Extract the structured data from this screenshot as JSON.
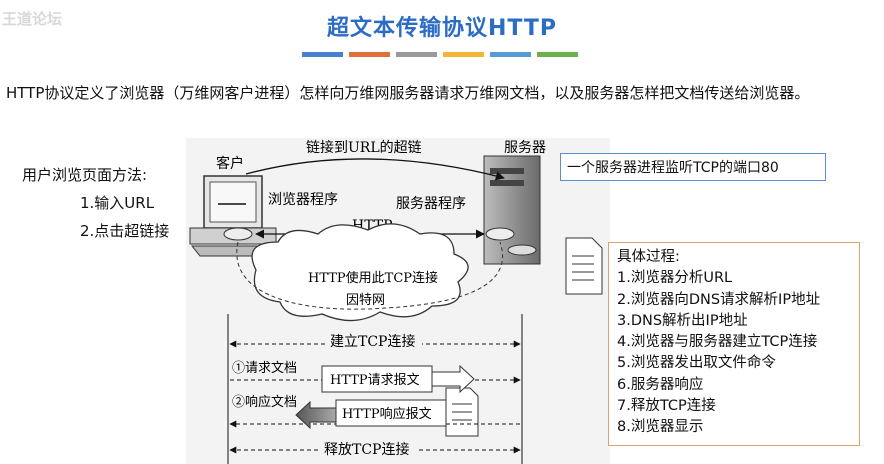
{
  "watermark": "王道论坛",
  "title": "超文本传输协议HTTP",
  "colors": {
    "title": "#2b6cc4",
    "bars": [
      "#4a7fcf",
      "#e0703a",
      "#9a9a9a",
      "#f2b632",
      "#5b9bd5",
      "#6ab04c"
    ]
  },
  "intro": "HTTP协议定义了浏览器（万维网客户进程）怎样向万维网服务器请求万维网文档，以及服务器怎样把文档传送给浏览器。",
  "methods": {
    "title": "用户浏览页面方法:",
    "items": [
      "1.输入URL",
      "2.点击超链接"
    ]
  },
  "diagram": {
    "client_label": "客户",
    "server_label": "服务器",
    "link_label": "链接到URL的超链",
    "browser_label": "浏览器程序",
    "server_program_label": "服务器程序",
    "http_label": "HTTP",
    "tcp_label": "HTTP使用此TCP连接",
    "internet_label": "因特网",
    "establish_label": "建立TCP连接",
    "request_label": "①请求文档",
    "request_msg": "HTTP请求报文",
    "response_label": "②响应文档",
    "response_msg": "HTTP响应报文",
    "release_label": "释放TCP连接"
  },
  "port_note": "一个服务器进程监听TCP的端口80",
  "steps": {
    "title": "具体过程:",
    "items": [
      "1.浏览器分析URL",
      "2.浏览器向DNS请求解析IP地址",
      "3.DNS解析出IP地址",
      "4.浏览器与服务器建立TCP连接",
      "5.浏览器发出取文件命令",
      "6.服务器响应",
      "7.释放TCP连接",
      "8.浏览器显示"
    ]
  }
}
